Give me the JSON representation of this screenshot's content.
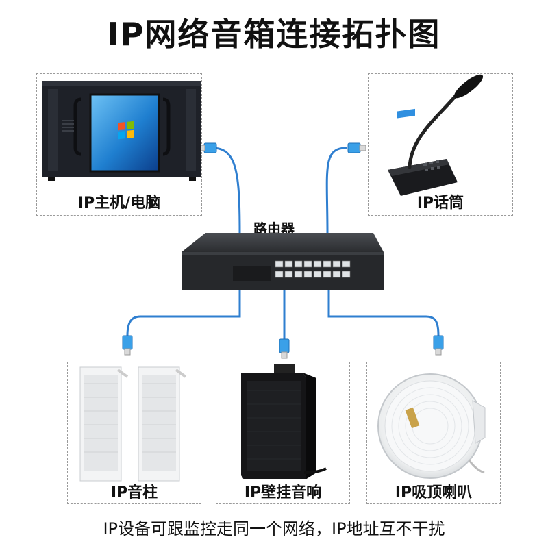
{
  "title": "IP网络音箱连接拓扑图",
  "router": {
    "label": "路由器"
  },
  "devices": [
    {
      "id": "pc",
      "label": "IP主机/电脑"
    },
    {
      "id": "mic",
      "label": "IP话筒"
    },
    {
      "id": "column",
      "label": "IP音柱"
    },
    {
      "id": "wall",
      "label": "IP壁挂音响"
    },
    {
      "id": "ceiling",
      "label": "IP吸顶喇叭"
    }
  ],
  "footer": "IP设备可跟监控走同一个网络，IP地址互不干扰",
  "colors": {
    "cable": "#2f7fd0",
    "connector": "#3aa0e8",
    "router": "#2b2d30",
    "port": "#dfe3e6"
  }
}
